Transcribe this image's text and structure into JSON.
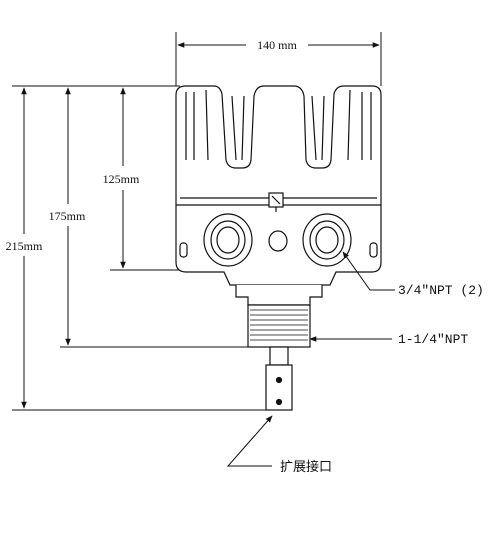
{
  "dimensions": {
    "width_label": "140 mm",
    "h125_label": "125mm",
    "h175_label": "175mm",
    "h215_label": "215mm"
  },
  "callouts": {
    "ports": "3/4\"NPT (2)",
    "thread": "1-1/4\"NPT",
    "extension": "扩展接口"
  }
}
